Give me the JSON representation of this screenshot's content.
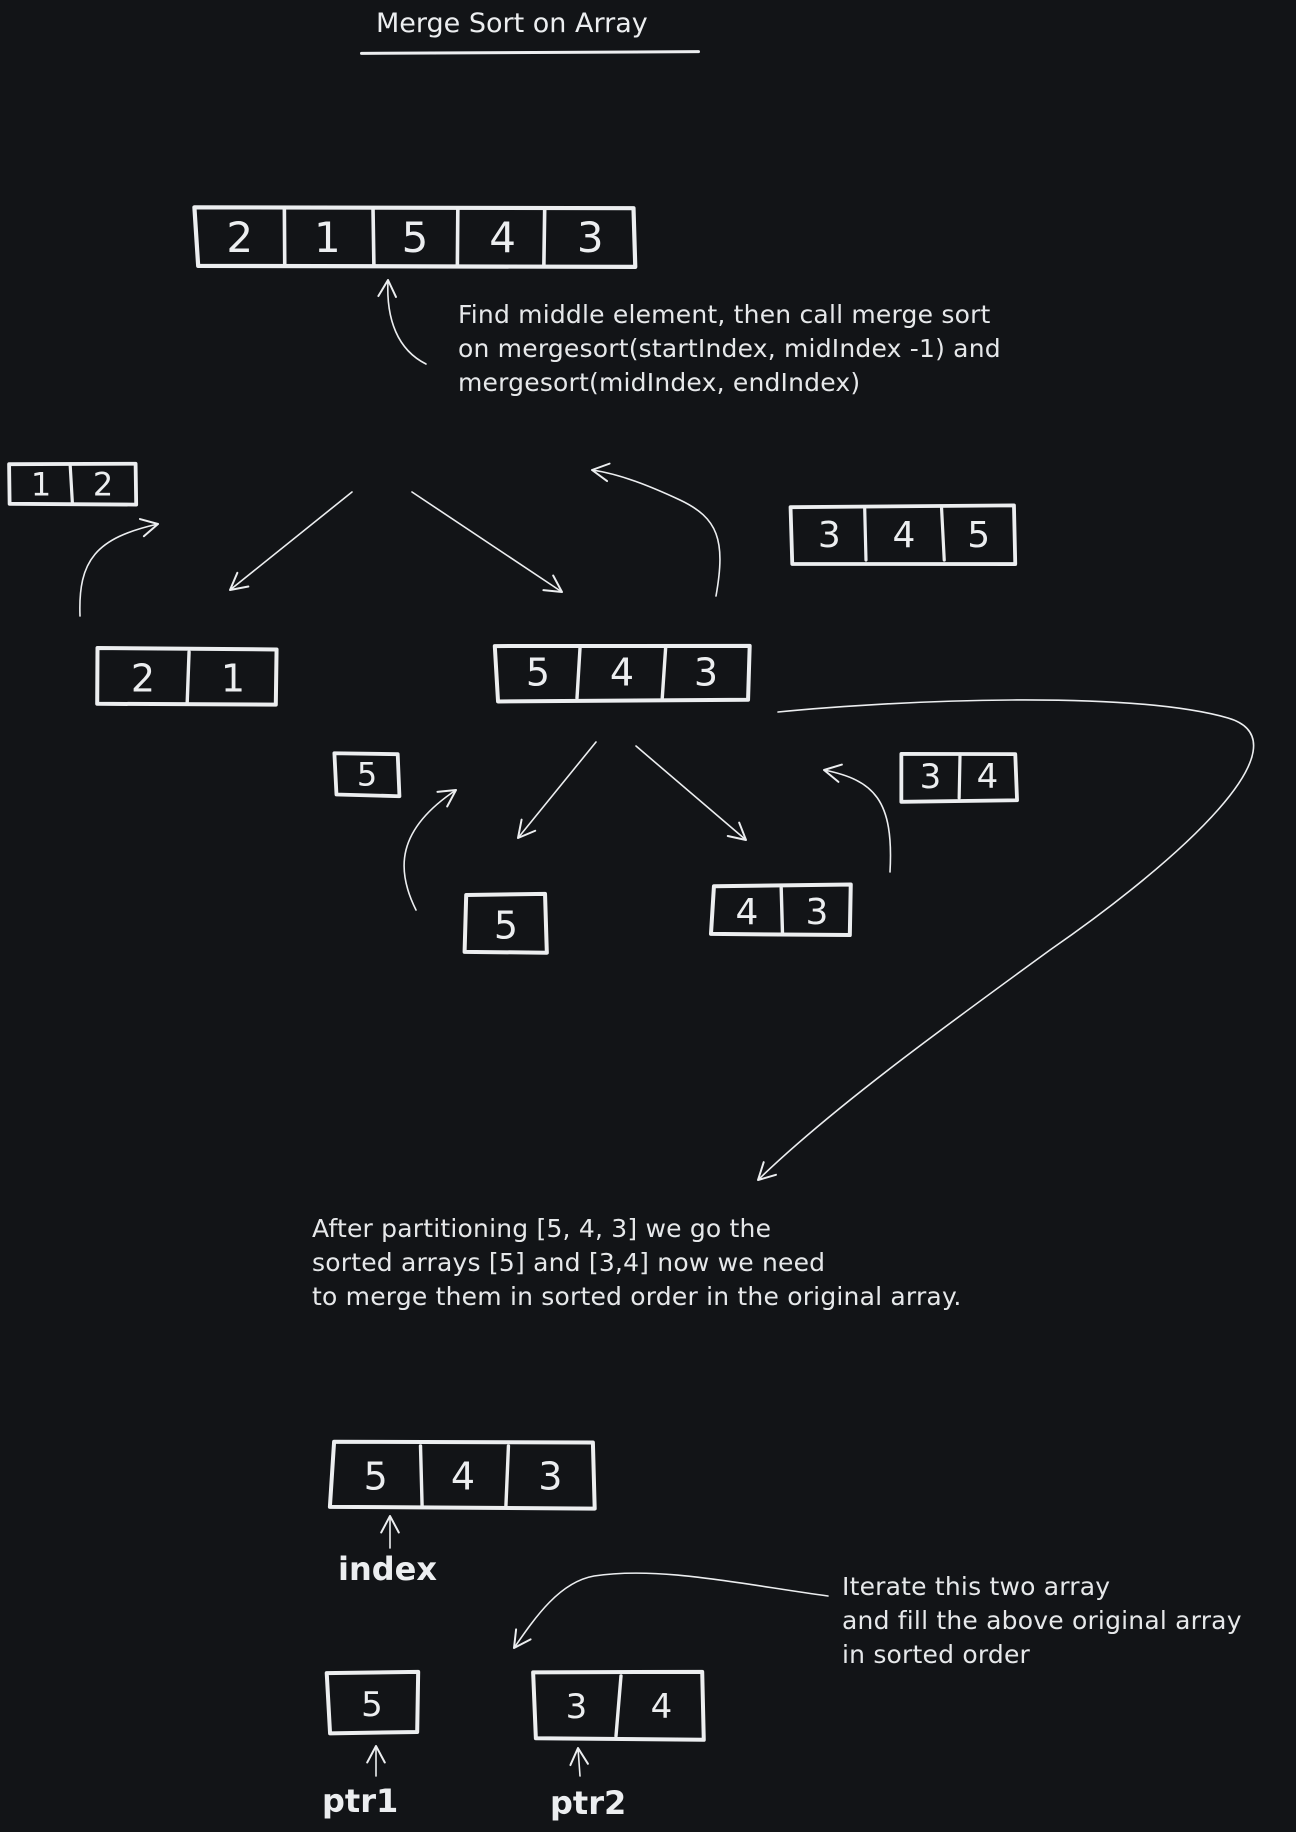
{
  "title": "Merge Sort on Array",
  "arrays": {
    "root": [
      "2",
      "1",
      "5",
      "4",
      "3"
    ],
    "left": [
      "2",
      "1"
    ],
    "right": [
      "5",
      "4",
      "3"
    ],
    "right_left": [
      "5"
    ],
    "right_right": [
      "4",
      "3"
    ],
    "sorted_left": [
      "1",
      "2"
    ],
    "sorted_right": [
      "3",
      "4",
      "5"
    ],
    "sorted_single": [
      "5"
    ],
    "sorted_pair": [
      "3",
      "4"
    ],
    "merge_target": [
      "5",
      "4",
      "3"
    ],
    "merge_input_a": [
      "5"
    ],
    "merge_input_b": [
      "3",
      "4"
    ]
  },
  "notes": {
    "split": [
      "Find middle element, then call merge sort",
      "on mergesort(startIndex, midIndex -1) and",
      "mergesort(midIndex, endIndex)"
    ],
    "merge": [
      "After partitioning [5, 4, 3] we go the",
      "sorted arrays [5] and [3,4] now we need",
      "to merge them in sorted order in the original array."
    ],
    "iterate": [
      "Iterate this two array",
      "and fill the above original array",
      "in sorted order"
    ]
  },
  "pointers": {
    "index": "index",
    "ptr1": "ptr1",
    "ptr2": "ptr2"
  },
  "colors": {
    "background": "#121417",
    "ink": "#eceef0"
  }
}
